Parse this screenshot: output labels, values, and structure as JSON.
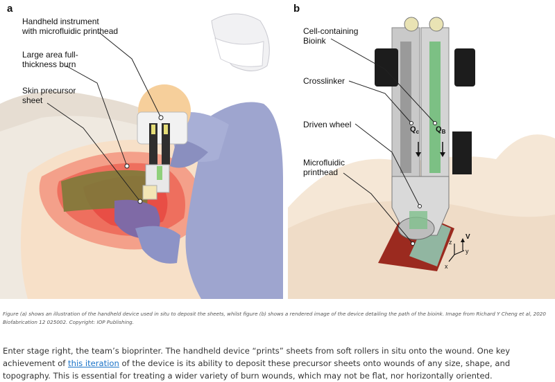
{
  "panel_a": {
    "letter": "a",
    "labels": {
      "instrument": [
        "Handheld instrument",
        "with microfluidic printhead"
      ],
      "burn": [
        "Large area full-",
        "thickness burn"
      ],
      "sheet": [
        "Skin precursor",
        "sheet"
      ]
    }
  },
  "panel_b": {
    "letter": "b",
    "labels": {
      "bioink": [
        "Cell-containing",
        "Bioink"
      ],
      "crosslinker": "Crosslinker",
      "wheel": "Driven wheel",
      "printhead": [
        "Microfluidic",
        "printhead"
      ],
      "qc": "Q",
      "qc_sub": "c",
      "qb": "Q",
      "qb_sub": "B",
      "axis_z": "z",
      "axis_y": "y",
      "axis_x": "x",
      "axis_v": "V"
    }
  },
  "caption": "Figure (a) shows an illustration of the handheld device used in situ to deposit the sheets, whilst figure (b) shows a rendered image of the device detailing the path of the bioink. Image from Richard Y Cheng et al, 2020 Biofabrication 12 025002. Copyright: IOP Publishing.",
  "body": {
    "part1": "Enter stage right, the team’s bioprinter. The handheld device “prints” sheets from soft rollers in situ onto the wound. One key achievement of ",
    "link": "this iteration",
    "part2": " of the device is its ability to deposit these precursor sheets onto wounds of any size, shape, and topography. This is essential for treating a wider variety of burn wounds, which may not be flat, nor horizontally oriented."
  }
}
